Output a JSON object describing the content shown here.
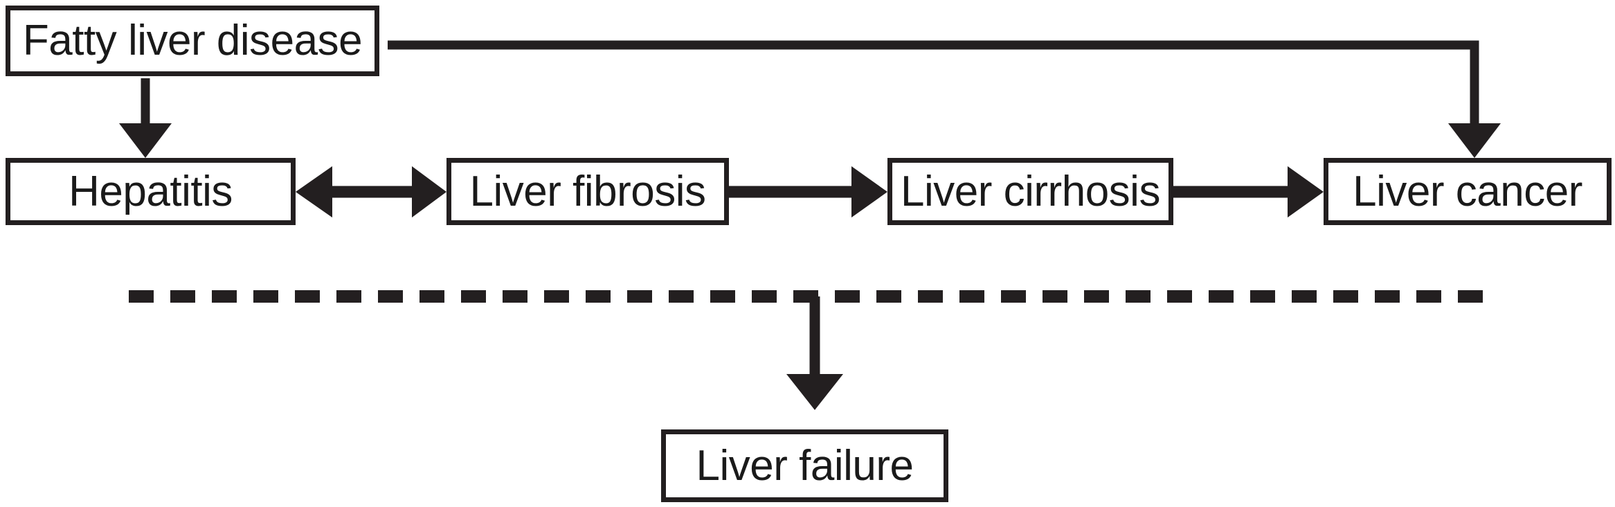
{
  "diagram": {
    "title": "Progression of liver disease flow diagram",
    "type": "flowchart",
    "colors": {
      "stroke": "#231f20",
      "text": "#1a1a1a",
      "background": "#ffffff"
    },
    "nodes": [
      {
        "id": "fatty-liver-disease",
        "label": "Fatty liver disease"
      },
      {
        "id": "hepatitis",
        "label": "Hepatitis"
      },
      {
        "id": "liver-fibrosis",
        "label": "Liver fibrosis"
      },
      {
        "id": "liver-cirrhosis",
        "label": "Liver cirrhosis"
      },
      {
        "id": "liver-cancer",
        "label": "Liver cancer"
      },
      {
        "id": "liver-failure",
        "label": "Liver failure"
      }
    ],
    "edges": [
      {
        "id": "fatty-to-hepatitis",
        "from": "fatty-liver-disease",
        "to": "hepatitis",
        "style": "solid",
        "direction": "one-way"
      },
      {
        "id": "fatty-to-cancer",
        "from": "fatty-liver-disease",
        "to": "liver-cancer",
        "style": "solid",
        "direction": "one-way"
      },
      {
        "id": "hepatitis-to-fibrosis",
        "from": "hepatitis",
        "to": "liver-fibrosis",
        "style": "solid",
        "direction": "two-way"
      },
      {
        "id": "fibrosis-to-cirrhosis",
        "from": "liver-fibrosis",
        "to": "liver-cirrhosis",
        "style": "solid",
        "direction": "one-way"
      },
      {
        "id": "cirrhosis-to-cancer",
        "from": "liver-cirrhosis",
        "to": "liver-cancer",
        "style": "solid",
        "direction": "one-way"
      },
      {
        "id": "stage-divider-to-failure",
        "from": "stage-divider",
        "to": "liver-failure",
        "style": "solid",
        "direction": "one-way"
      }
    ],
    "divider": {
      "id": "stage-divider",
      "style": "dashed"
    }
  }
}
